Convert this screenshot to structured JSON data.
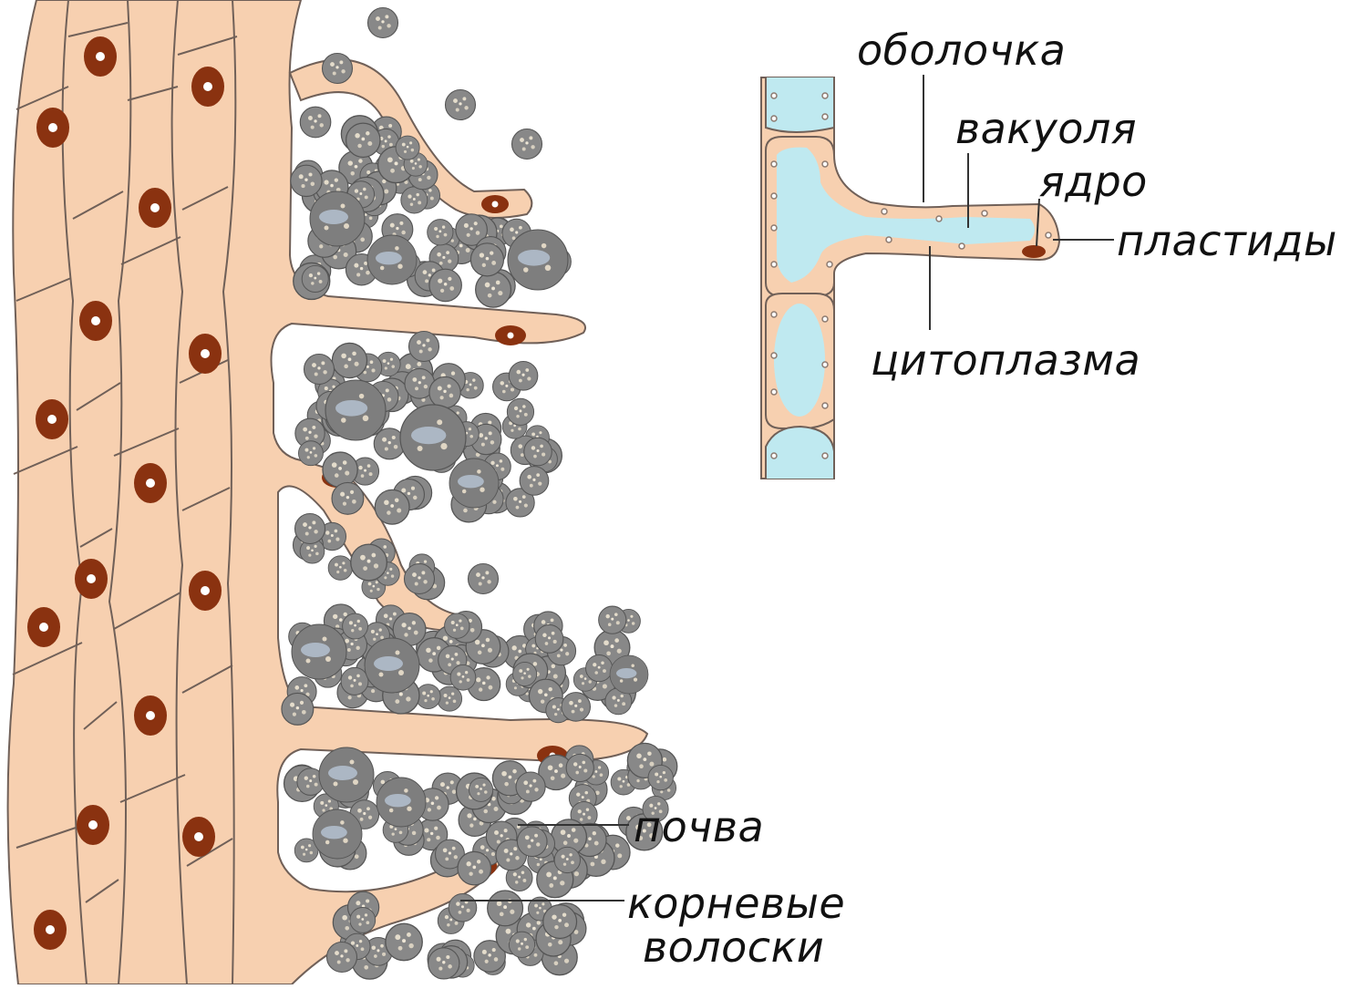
{
  "colors": {
    "cell_fill": "#f7d0b0",
    "cell_outline": "#706058",
    "nucleus": "#8a3210",
    "vacuole": "#bfe9f0",
    "soil": "#808080",
    "soil_highlight": "#c8d3e0"
  },
  "labels": {
    "membrane": "оболочка",
    "vacuole": "вакуоля",
    "nucleus": "ядро",
    "plastids": "пластиды",
    "cytoplasm": "цитоплазма",
    "soil": "почва",
    "root_hairs_line1": "корневые",
    "root_hairs_line2": "волоски"
  }
}
